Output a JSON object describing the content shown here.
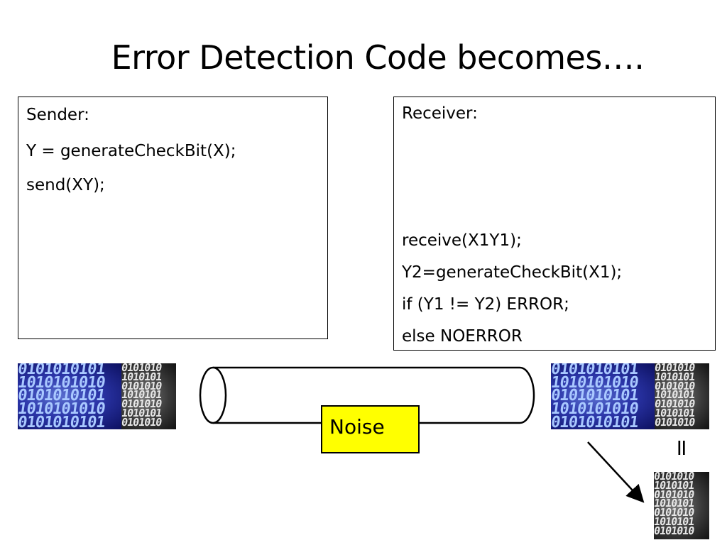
{
  "title": "Error Detection Code becomes….",
  "sender": {
    "lines": [
      "Sender:",
      "Y = generateCheckBit(X);",
      "send(XY);"
    ]
  },
  "receiver": {
    "lines": [
      "Receiver:",
      "receive(X1Y1);",
      "Y2=generateCheckBit(X1);",
      "if (Y1 != Y2) ERROR;",
      "else NOERROR"
    ]
  },
  "noise_label": "Noise",
  "equals_symbol": "=",
  "colors": {
    "noise_fill": "#ffff00",
    "data_bits": "#2b35a8",
    "check_bits": "#3a3a3a"
  }
}
